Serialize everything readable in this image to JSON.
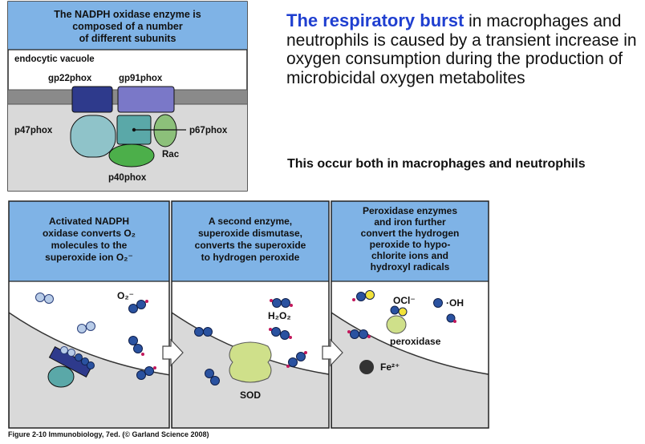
{
  "heading": {
    "highlight": "The respiratory burst",
    "rest": " in macrophages and neutrophils is caused by a transient increase in oxygen consumption during the production of microbicidal oxygen metabolites"
  },
  "subheading": "This occur both in macrophages and neutrophils",
  "top_panel": {
    "title_lines": [
      "The NADPH oxidase enzyme is",
      "composed of a number",
      "of different subunits"
    ],
    "vacuole_label": "endocytic vacuole",
    "subunits": {
      "gp22": "gp22phox",
      "gp91": "gp91phox",
      "p47": "p47phox",
      "p67": "p67phox",
      "rac": "Rac",
      "p40": "p40phox"
    }
  },
  "panels": [
    {
      "title_lines": [
        "Activated NADPH",
        "oxidase converts O₂",
        "molecules to the",
        "superoxide ion O₂⁻"
      ],
      "labels": {
        "superoxide": "O₂⁻"
      }
    },
    {
      "title_lines": [
        "A second enzyme,",
        "superoxide dismutase,",
        "converts the superoxide",
        "to hydrogen peroxide"
      ],
      "labels": {
        "h2o2": "H₂O₂",
        "sod": "SOD"
      }
    },
    {
      "title_lines": [
        "Peroxidase enzymes",
        "and iron further",
        "convert the hydrogen",
        "peroxide to hypo-",
        "chlorite ions and",
        "hydroxyl radicals"
      ],
      "labels": {
        "ocl": "OCl⁻",
        "oh": "·OH",
        "peroxidase": "peroxidase",
        "fe": "Fe²⁺"
      }
    }
  ],
  "caption": "Figure 2-10 Immunobiology, 7ed. (© Garland Science 2008)",
  "colors": {
    "header_blue": "#7fb3e6",
    "panel_gray": "#d9d9d9",
    "oxygen_light": "#b8cce8",
    "oxygen_dark": "#2a52a0",
    "radical_dot": "#c2185b",
    "sod_green": "#cfe08a",
    "yellow": "#f2e23a",
    "iron": "#333333",
    "gp22_color": "#2e3a8c",
    "gp91_color": "#7a78c8",
    "p47_color": "#8fc3c9",
    "p67_color": "#5aa8a8",
    "rac_color": "#8cc07a",
    "p40_color": "#4caf4a"
  }
}
